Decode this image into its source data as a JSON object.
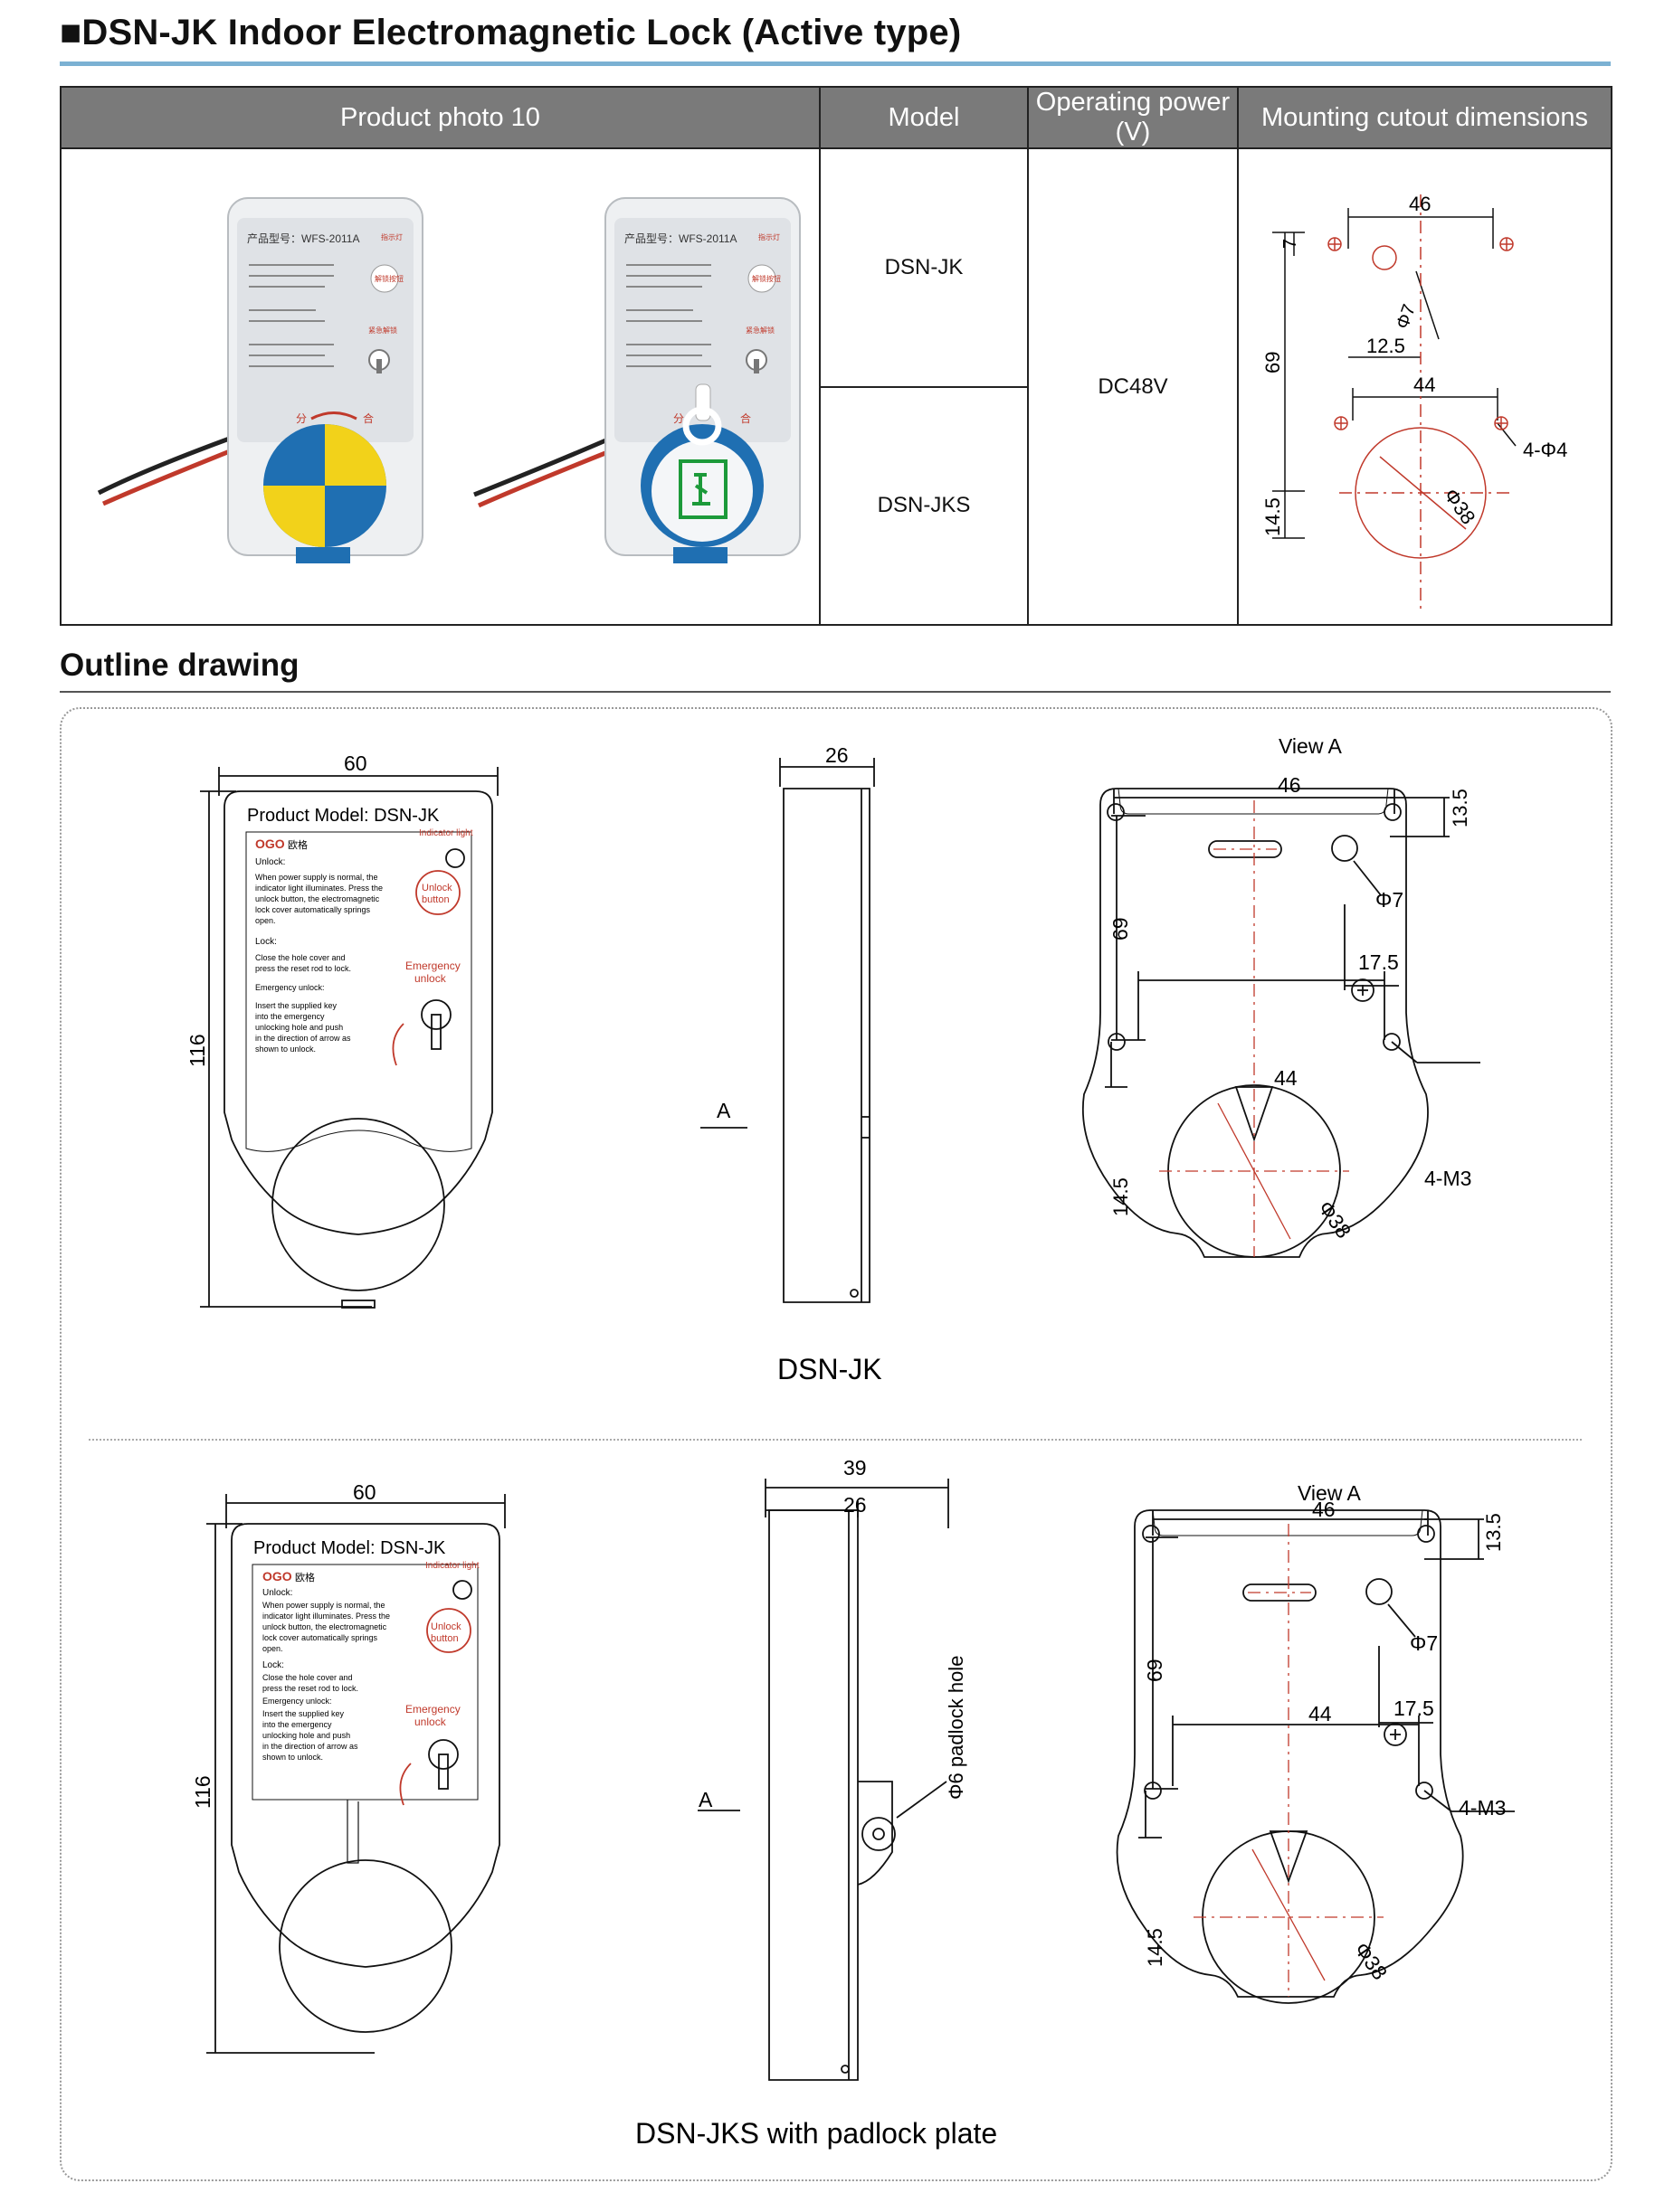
{
  "page": {
    "title": "■DSN-JK Indoor Electromagnetic Lock (Active type)"
  },
  "spec_table": {
    "headers": [
      "Product photo 10",
      "Model",
      "Operating power (V)",
      "Mounting cutout dimensions"
    ],
    "models": [
      "DSN-JK",
      "DSN-JKS"
    ],
    "power": "DC48V",
    "photo_label": "产品型号：WFS-2011A",
    "photo_indicator": "指示灯",
    "photo_unlock": "解锁按钮",
    "photo_emergency": "紧急解锁",
    "photo_split": "分",
    "photo_close": "合",
    "cutout": {
      "dim_46": "46",
      "dim_7": "7",
      "dim_phi7": "Φ7",
      "dim_12_5": "12.5",
      "dim_69": "69",
      "dim_44": "44",
      "dim_4phi4": "4-Φ4",
      "dim_14_5": "14.5",
      "dim_phi38": "Φ38"
    }
  },
  "section": {
    "title": "Outline drawing"
  },
  "drawing1": {
    "caption": "DSN-JK",
    "width": "60",
    "height": "116",
    "depth": "26",
    "arrow_a": "A",
    "view_a": "View A",
    "d46": "46",
    "d13_5": "13.5",
    "phi7": "Φ7",
    "d17_5": "17.5",
    "d69": "69",
    "d44": "44",
    "m3": "4-M3",
    "d14_5": "14.5",
    "phi38": "Φ38",
    "plate": {
      "model": "Product Model: DSN-JK",
      "indicator": "Indicator light",
      "brand": "OGO",
      "brand_cn": "欧格",
      "unlock_h": "Unlock:",
      "unlock_text": [
        "When power supply is normal, the",
        "indicator light illuminates. Press the",
        "unlock button, the electromagnetic",
        "lock cover automatically springs",
        "open."
      ],
      "lock_h": "Lock:",
      "lock_text": [
        "Close the hole cover and",
        "press the reset rod to lock."
      ],
      "emerg_h": "Emergency unlock:",
      "emerg_text": [
        "Insert the supplied key",
        "into the emergency",
        "unlocking hole and push",
        "in the direction of arrow as",
        "shown to unlock."
      ],
      "btn1": "Unlock",
      "btn2": "button",
      "emerg1": "Emergency",
      "emerg2": "unlock"
    }
  },
  "drawing2": {
    "caption": "DSN-JKS with padlock plate",
    "width": "60",
    "height": "116",
    "depth": "26",
    "depth2": "39",
    "padlock": "Φ6 padlock hole",
    "arrow_a": "A",
    "view_a": "View A",
    "d46": "46",
    "d13_5": "13.5",
    "phi7": "Φ7",
    "d17_5": "17.5",
    "d69": "69",
    "d44": "44",
    "m3": "4-M3",
    "d14_5": "14.5",
    "phi38": "Φ38"
  },
  "colors": {
    "accent_rule": "#7bb1d3",
    "header_bg": "#7a7a7a",
    "dim_red": "#c0392b",
    "knob_yellow": "#f2d21a",
    "knob_blue": "#1f6fb2"
  }
}
